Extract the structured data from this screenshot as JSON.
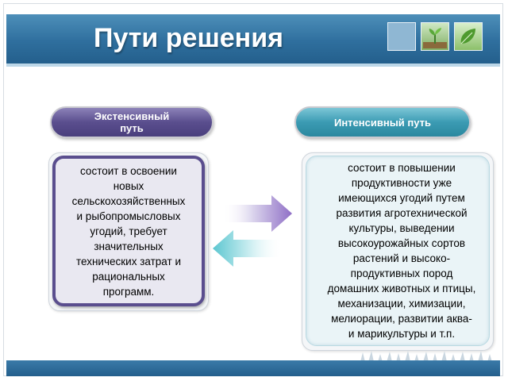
{
  "slide": {
    "title": "Пути решения"
  },
  "left": {
    "pill_line1": "Экстенсивный",
    "pill_line2": "путь",
    "body": "состоит в освоении\nновых\nсельскохозяйственных\nи рыбопромысловых\nугодий, требует\nзначительных\nтехнических затрат и\nрациональных\nпрограмм."
  },
  "right": {
    "pill": "Интенсивный путь",
    "body": "состоит в повышении\nпродуктивности уже\nимеющихся угодий путем\nразвития агротехнической\nкультуры, выведении\nвысокоурожайных сортов\nрастений и высоко-\nпродуктивных пород\nдомашних животных и птицы,\nмеханизации, химизации,\nмелиорации, развитии аква-\nи марикультуры и т.п."
  },
  "icons": {
    "arrow_right": "arrow-right-icon",
    "arrow_left": "arrow-left-icon",
    "sprout": "sprout-icon",
    "leaf": "leaf-icon"
  },
  "colors": {
    "header_blue": "#2f6f9e",
    "extensive_purple": "#5a4e8e",
    "intensive_teal": "#3b9bb3"
  }
}
